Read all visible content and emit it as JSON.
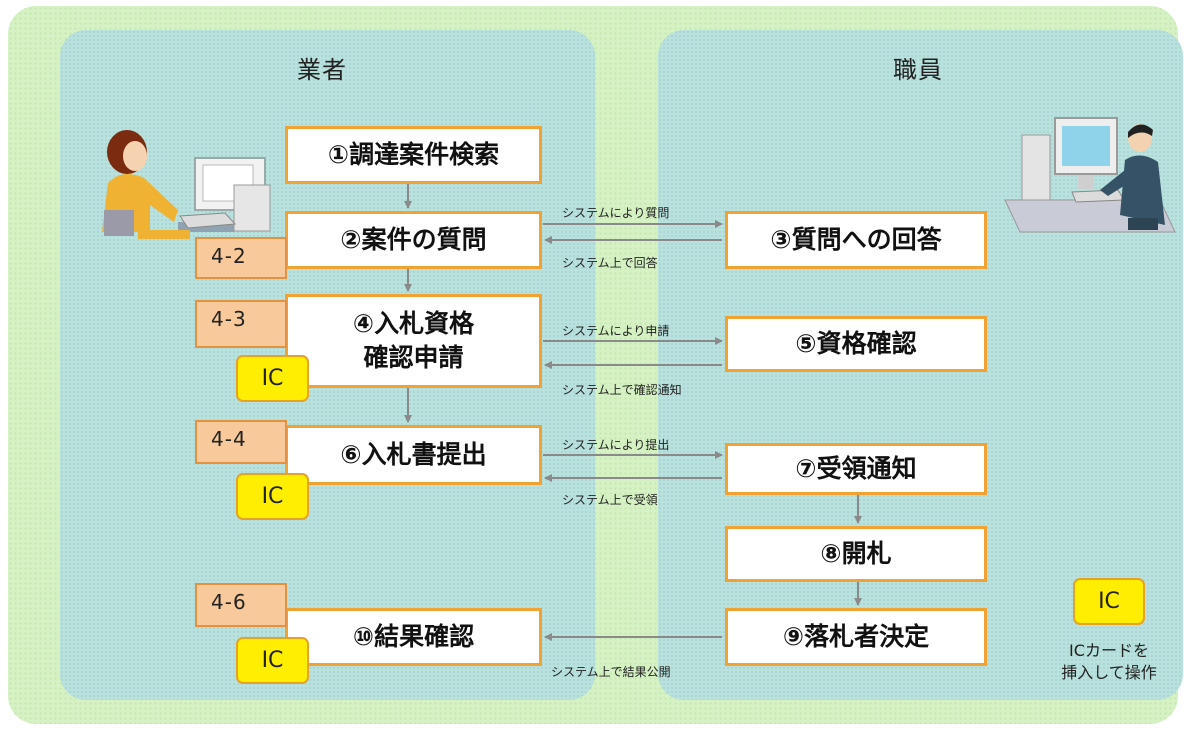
{
  "lanes": {
    "vendor_title": "業者",
    "staff_title": "職員"
  },
  "steps": {
    "s1": "①調達案件検索",
    "s2": "②案件の質問",
    "s3": "③質問への回答",
    "s4": "④入札資格\n確認申請",
    "s5": "⑤資格確認",
    "s6": "⑥入札書提出",
    "s7": "⑦受領通知",
    "s8": "⑧開札",
    "s9": "⑨落札者決定",
    "s10": "⑩結果確認"
  },
  "section_codes": {
    "c2": "4-2",
    "c3": "4-3",
    "c4": "4-4",
    "c6": "4-6"
  },
  "ic_label": "IC",
  "arrow_labels": {
    "q_send": "システムにより質問",
    "q_answer": "システム上で回答",
    "apply_send": "システムにより申請",
    "apply_notify": "システム上で確認通知",
    "submit_send": "システムにより提出",
    "submit_receive": "システム上で受領",
    "result_publish": "システム上で結果公開"
  },
  "legend": {
    "ic_label": "IC",
    "line1": "ICカードを",
    "line2": "挿入して操作"
  },
  "colors": {
    "background": "#d6f2c4",
    "lane": "#b9e1dd",
    "step_border": "#f0a332",
    "code_tag": "#f8c99a",
    "ic_badge": "#ffee00",
    "arrow": "#8a8a8a"
  }
}
